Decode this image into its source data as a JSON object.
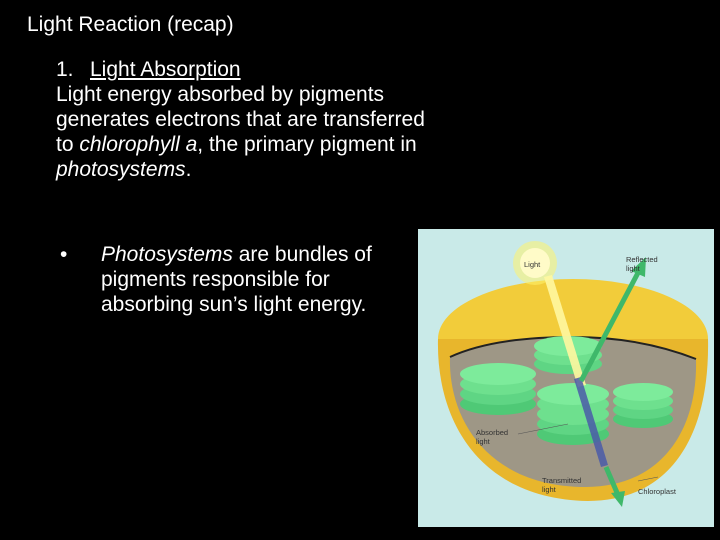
{
  "slide": {
    "title": "Light Reaction (recap)",
    "point_number": "1.",
    "point_heading": "Light Absorption",
    "body": {
      "t1": "Light energy absorbed by pigments generates electrons that are transferred to ",
      "t2": "chlorophyll a",
      "t3": ", the primary pigment in ",
      "t4": "photosystems",
      "t5": "."
    },
    "bullet": {
      "marker": "•",
      "t1": "Photosystems",
      "t2": " are bundles of pigments responsible for absorbing sun’s light energy."
    }
  },
  "figure": {
    "labels": {
      "light": "Light",
      "reflected_1": "Reflected",
      "reflected_2": "light",
      "absorbed_1": "Absorbed",
      "absorbed_2": "light",
      "transmitted_1": "Transmitted",
      "transmitted_2": "light",
      "chloroplast": "Chloroplast"
    },
    "colors": {
      "background": "#c9eae8",
      "envelope": "#f2cc3a",
      "stroma": "#9e9786",
      "thylakoid": "#6ee08e",
      "arrow": "#3fb86a",
      "sun": "#fff26b"
    }
  }
}
